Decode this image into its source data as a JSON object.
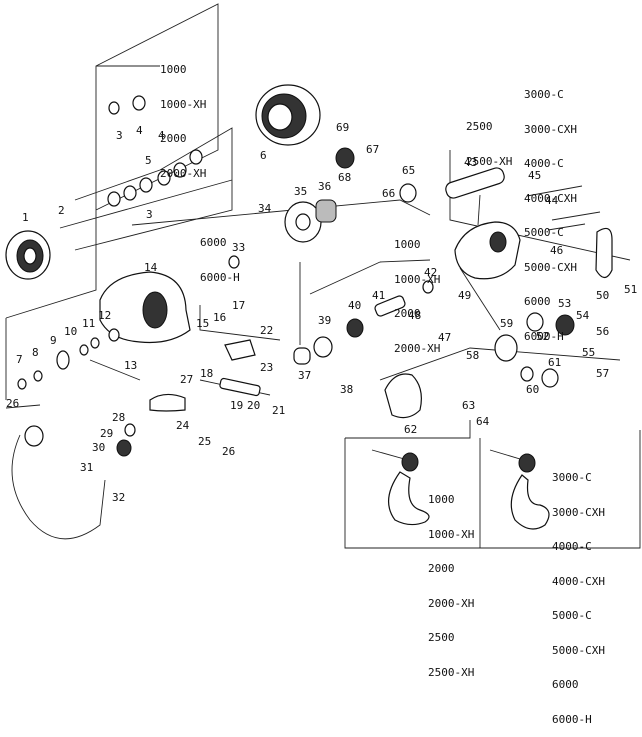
{
  "part_numbers": [
    "1",
    "2",
    "3",
    "3",
    "4",
    "4",
    "5",
    "6",
    "7",
    "8",
    "9",
    "10",
    "11",
    "12",
    "13",
    "14",
    "15",
    "16",
    "17",
    "18",
    "19",
    "20",
    "21",
    "22",
    "23",
    "24",
    "25",
    "26",
    "26",
    "27",
    "28",
    "29",
    "30",
    "31",
    "32",
    "33",
    "34",
    "35",
    "36",
    "37",
    "38",
    "39",
    "40",
    "41",
    "42",
    "43",
    "44",
    "45",
    "46",
    "47",
    "48",
    "49",
    "50",
    "51",
    "52",
    "53",
    "54",
    "55",
    "56",
    "57",
    "58",
    "59",
    "60",
    "61",
    "62",
    "63",
    "64",
    "65",
    "66",
    "67",
    "68",
    "69"
  ],
  "spool_variants": [
    "1000",
    "1000-XH",
    "2000",
    "2000-XH"
  ],
  "body_variants_large": [
    "3000-C",
    "3000-CXH",
    "4000-C",
    "4000-CXH",
    "5000-C",
    "5000-CXH",
    "6000",
    "6000-H"
  ],
  "body_variants_mid": [
    "2500",
    "2500-XH"
  ],
  "ring_variants": [
    "6000",
    "6000-H"
  ],
  "rotor_variants": [
    "1000",
    "1000-XH",
    "2000",
    "2000-XH"
  ],
  "handle_small_variants": [
    "1000",
    "1000-XH",
    "2000",
    "2000-XH",
    "2500",
    "2500-XH"
  ],
  "handle_large_variants": [
    "3000-C",
    "3000-CXH",
    "4000-C",
    "4000-CXH",
    "5000-C",
    "5000-CXH",
    "6000",
    "6000-H"
  ]
}
